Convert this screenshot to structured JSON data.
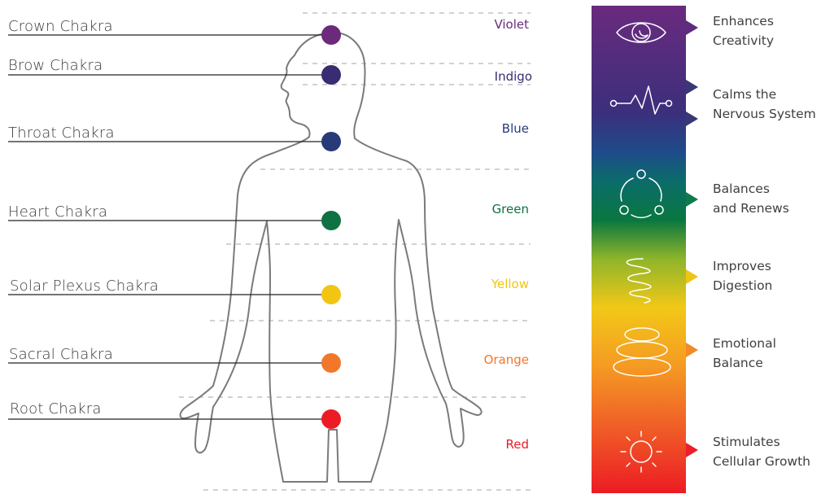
{
  "chakras": [
    {
      "label": "Crown Chakra",
      "color_name": "Violet",
      "color": "#6b2a7b"
    },
    {
      "label": "Brow Chakra",
      "color_name": "Indigo",
      "color": "#3a2c72"
    },
    {
      "label": "Throat Chakra",
      "color_name": "Blue",
      "color": "#283a78"
    },
    {
      "label": "Heart Chakra",
      "color_name": "Green",
      "color": "#0e7242"
    },
    {
      "label": "Solar Plexus Chakra",
      "color_name": "Yellow",
      "color": "#f2c513"
    },
    {
      "label": "Sacral Chakra",
      "color_name": "Orange",
      "color": "#f1772a"
    },
    {
      "label": "Root Chakra",
      "color_name": "Red",
      "color": "#ec1c24"
    }
  ],
  "benefits": [
    {
      "line1": "Enhances",
      "line2": "Creativity",
      "icon": "eye-icon",
      "color": "#5d2c7e"
    },
    {
      "line1": "Calms the",
      "line2": "Nervous System",
      "icon": "pulse-icon",
      "color": "#3a3777"
    },
    {
      "line1": "Balances",
      "line2": "and Renews",
      "icon": "cycle-icon",
      "color": "#0f7a4c"
    },
    {
      "line1": "Improves",
      "line2": "Digestion",
      "icon": "coil-icon",
      "color": "#efc417"
    },
    {
      "line1": "Emotional",
      "line2": "Balance",
      "icon": "stones-icon",
      "color": "#f28a27"
    },
    {
      "line1": "Stimulates",
      "line2": "Cellular Growth",
      "icon": "sun-icon",
      "color": "#ec1f2a"
    }
  ]
}
